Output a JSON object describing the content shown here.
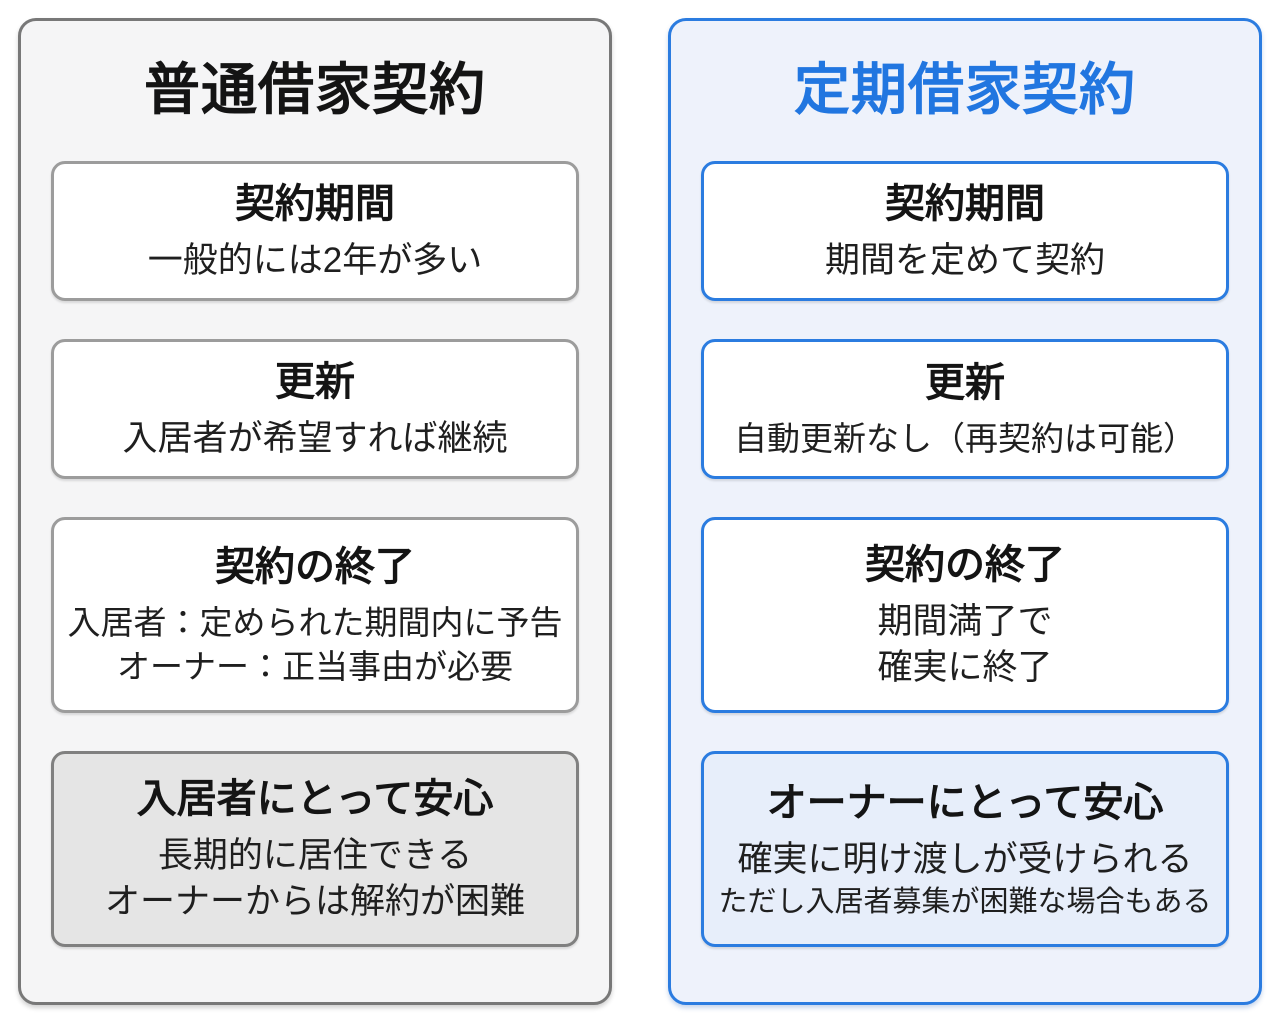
{
  "left": {
    "title": "普通借家契約",
    "boxes": [
      {
        "heading": "契約期間",
        "lines": [
          "一般的には2年が多い"
        ]
      },
      {
        "heading": "更新",
        "lines": [
          "入居者が希望すれば継続"
        ]
      },
      {
        "heading": "契約の終了",
        "lines": [
          "入居者：定められた期間内に予告",
          "オーナー：正当事由が必要"
        ]
      },
      {
        "heading": "入居者にとって安心",
        "lines": [
          "長期的に居住できる",
          "オーナーからは解約が困難"
        ]
      }
    ]
  },
  "right": {
    "title": "定期借家契約",
    "boxes": [
      {
        "heading": "契約期間",
        "lines": [
          "期間を定めて契約"
        ]
      },
      {
        "heading": "更新",
        "lines": [
          "自動更新なし（再契約は可能）"
        ]
      },
      {
        "heading": "契約の終了",
        "lines": [
          "期間満了で",
          "確実に終了"
        ]
      },
      {
        "heading": "オーナーにとって安心",
        "lines": [
          "確実に明け渡しが受けられる",
          "ただし入居者募集が困難な場合もある"
        ]
      }
    ]
  },
  "colors": {
    "accent_blue": "#2b7ce0",
    "blue_title": "#2176e0",
    "blue_panel_bg": "#eef2fb",
    "blue_highlight_bg": "#e7eefa",
    "gray_panel_border": "#787878",
    "gray_panel_bg": "#f5f5f6",
    "gray_box_border": "#9c9c9c",
    "gray_highlight_bg": "#e5e5e5",
    "gray_highlight_border": "#808080",
    "title_dark": "#141414",
    "text_dark": "#1f1f1f"
  }
}
